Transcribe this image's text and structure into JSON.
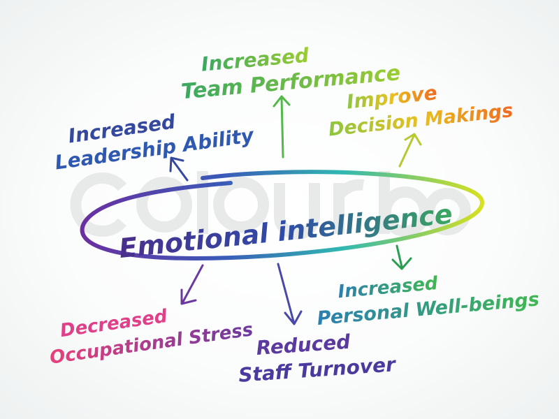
{
  "watermark": "colourbox",
  "center": {
    "label": "Emotional intelligence"
  },
  "branches": [
    {
      "line1": "Increased",
      "line2": "Team Performance"
    },
    {
      "line1": "Increased",
      "line2": "Leadership Ability"
    },
    {
      "line1": "Improve",
      "line2": "Decision Makings"
    },
    {
      "line1": "Increased",
      "line2": "Personal Well-beings"
    },
    {
      "line1": "Reduced",
      "line2": "Staff Turnover"
    },
    {
      "line1": "Decreased",
      "line2": "Occupational Stress"
    }
  ],
  "colors": {
    "team": "#52b848",
    "leadership": "#34489e",
    "decision": "#f0a020",
    "wellbeing": "#2a9e8a",
    "turnover": "#5a3a9e",
    "stress": "#e0408a",
    "center": "#4a2f8c"
  }
}
